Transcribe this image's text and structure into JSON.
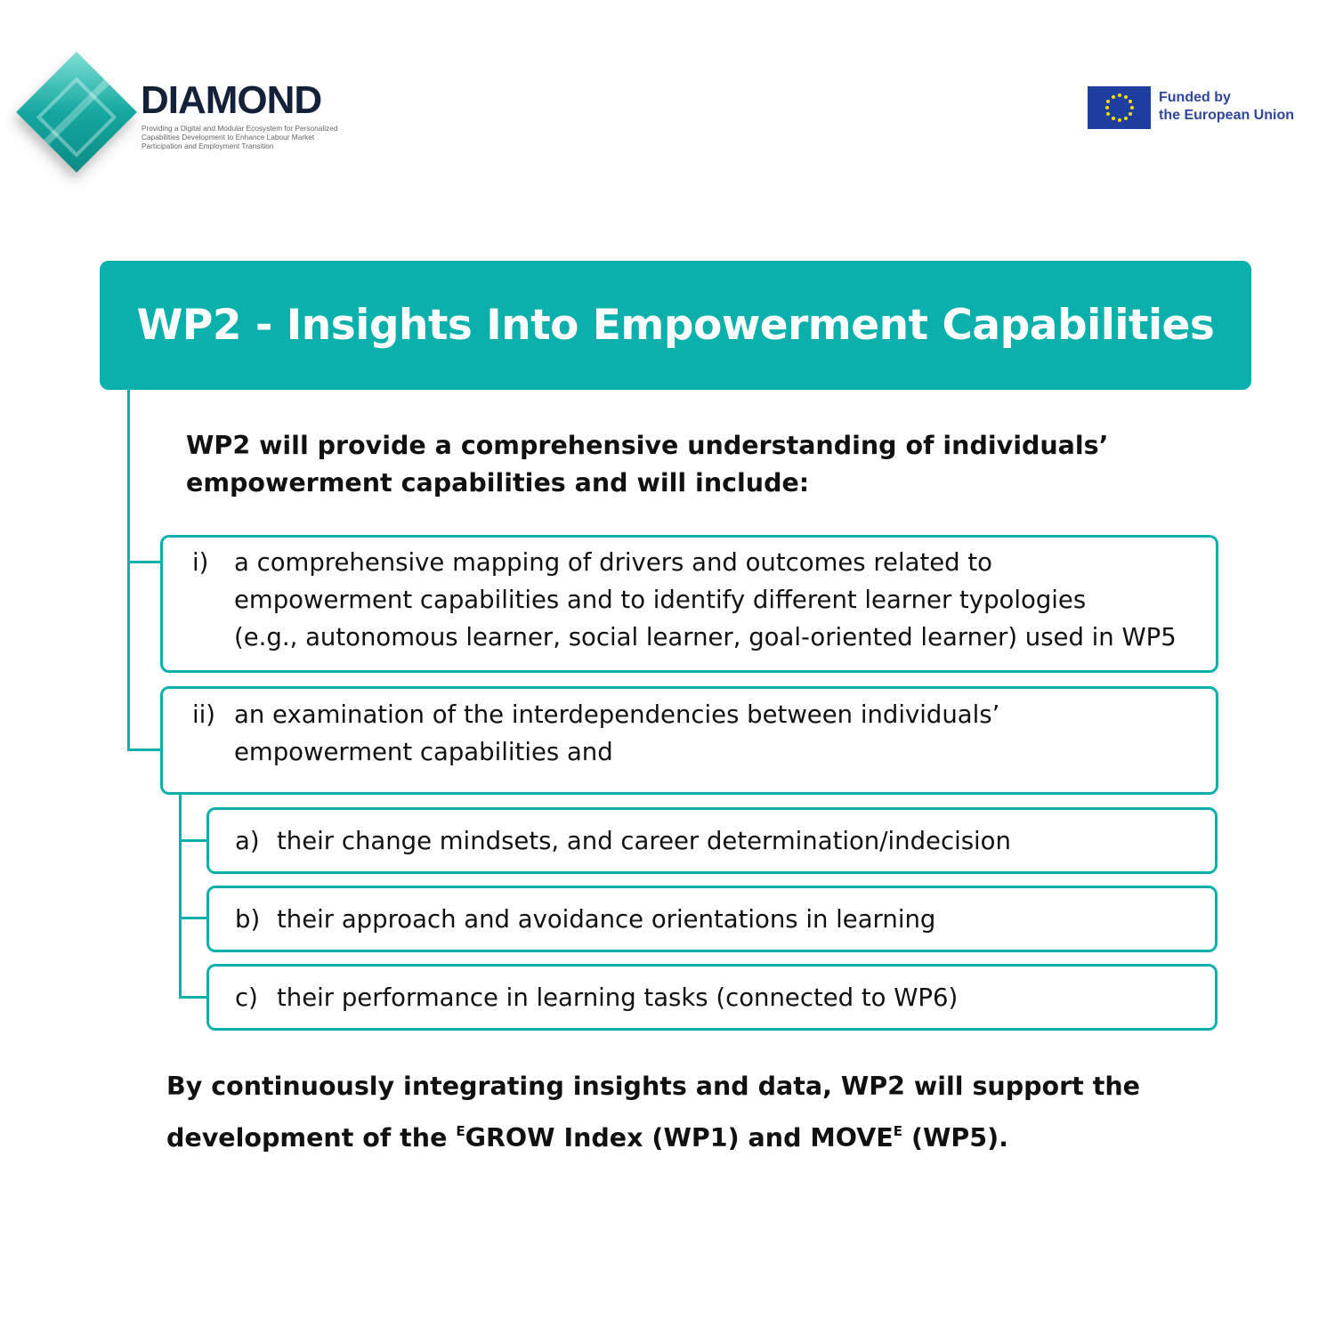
{
  "logo": {
    "brand": "DIAMOND",
    "tagline": "Providing a Digital and Modular Ecosystem for Personalized Capabilities Development to Enhance Labour Market Participation and Employment Transition"
  },
  "funding": {
    "line1": "Funded by",
    "line2": "the European Union"
  },
  "title": "WP2 - Insights Into Empowerment Capabilities",
  "intro": {
    "line1": "WP2 will provide a comprehensive understanding of individuals’",
    "line2": "empowerment capabilities and will include:"
  },
  "items": [
    {
      "label": "i)",
      "lines": [
        "a comprehensive mapping of drivers and outcomes related to",
        "empowerment capabilities and to identify different learner typologies",
        "(e.g., autonomous learner, social learner, goal-oriented learner) used in WP5"
      ]
    },
    {
      "label": "ii)",
      "lines": [
        "an examination of the interdependencies between individuals’",
        "empowerment capabilities and"
      ]
    }
  ],
  "subitems": [
    {
      "label": "a)",
      "text": "their change mindsets, and career determination/indecision"
    },
    {
      "label": "b)",
      "text": "their approach and avoidance orientations in learning"
    },
    {
      "label": "c)",
      "text": "their performance in learning tasks (connected to WP6)"
    }
  ],
  "outro": {
    "line1": "By continuously integrating insights and data, WP2 will support the",
    "line2_a": "development of the ",
    "sup1": "E",
    "line2_b": "GROW Index (WP1) and MOVE",
    "sup2": "E",
    "line2_c": " (WP5)."
  },
  "colors": {
    "teal": "#0ab0ac",
    "eu_blue": "#1f3fa0",
    "brand_navy": "#14213a"
  }
}
